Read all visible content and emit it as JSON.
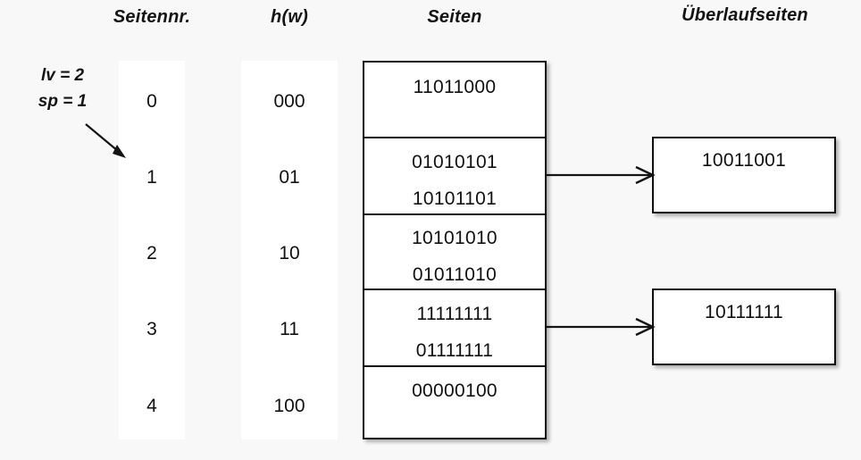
{
  "headers": {
    "seitennr": "Seitennr.",
    "hw": "h(w)",
    "seiten": "Seiten",
    "ueberlaufseiten": "Überlaufseiten"
  },
  "params": {
    "lv": "lv = 2",
    "sp": "sp = 1"
  },
  "colors": {
    "background": "#f8f8f8",
    "box_fill": "#ffffff",
    "stroke": "#101010",
    "text": "#111111"
  },
  "rows": [
    {
      "seitennr": "0",
      "hw": "000",
      "page_lines": [
        "11011000"
      ],
      "overflow": null
    },
    {
      "seitennr": "1",
      "hw": "01",
      "page_lines": [
        "01010101",
        "10101101"
      ],
      "overflow": "10011001"
    },
    {
      "seitennr": "2",
      "hw": "10",
      "page_lines": [
        "10101010",
        "01011010"
      ],
      "overflow": null
    },
    {
      "seitennr": "3",
      "hw": "11",
      "page_lines": [
        "11111111",
        "01111111"
      ],
      "overflow": "10111111"
    },
    {
      "seitennr": "4",
      "hw": "100",
      "page_lines": [
        "00000100"
      ],
      "overflow": null
    }
  ],
  "overflow_boxes": [
    {
      "value": "10011001"
    },
    {
      "value": "10111111"
    }
  ]
}
